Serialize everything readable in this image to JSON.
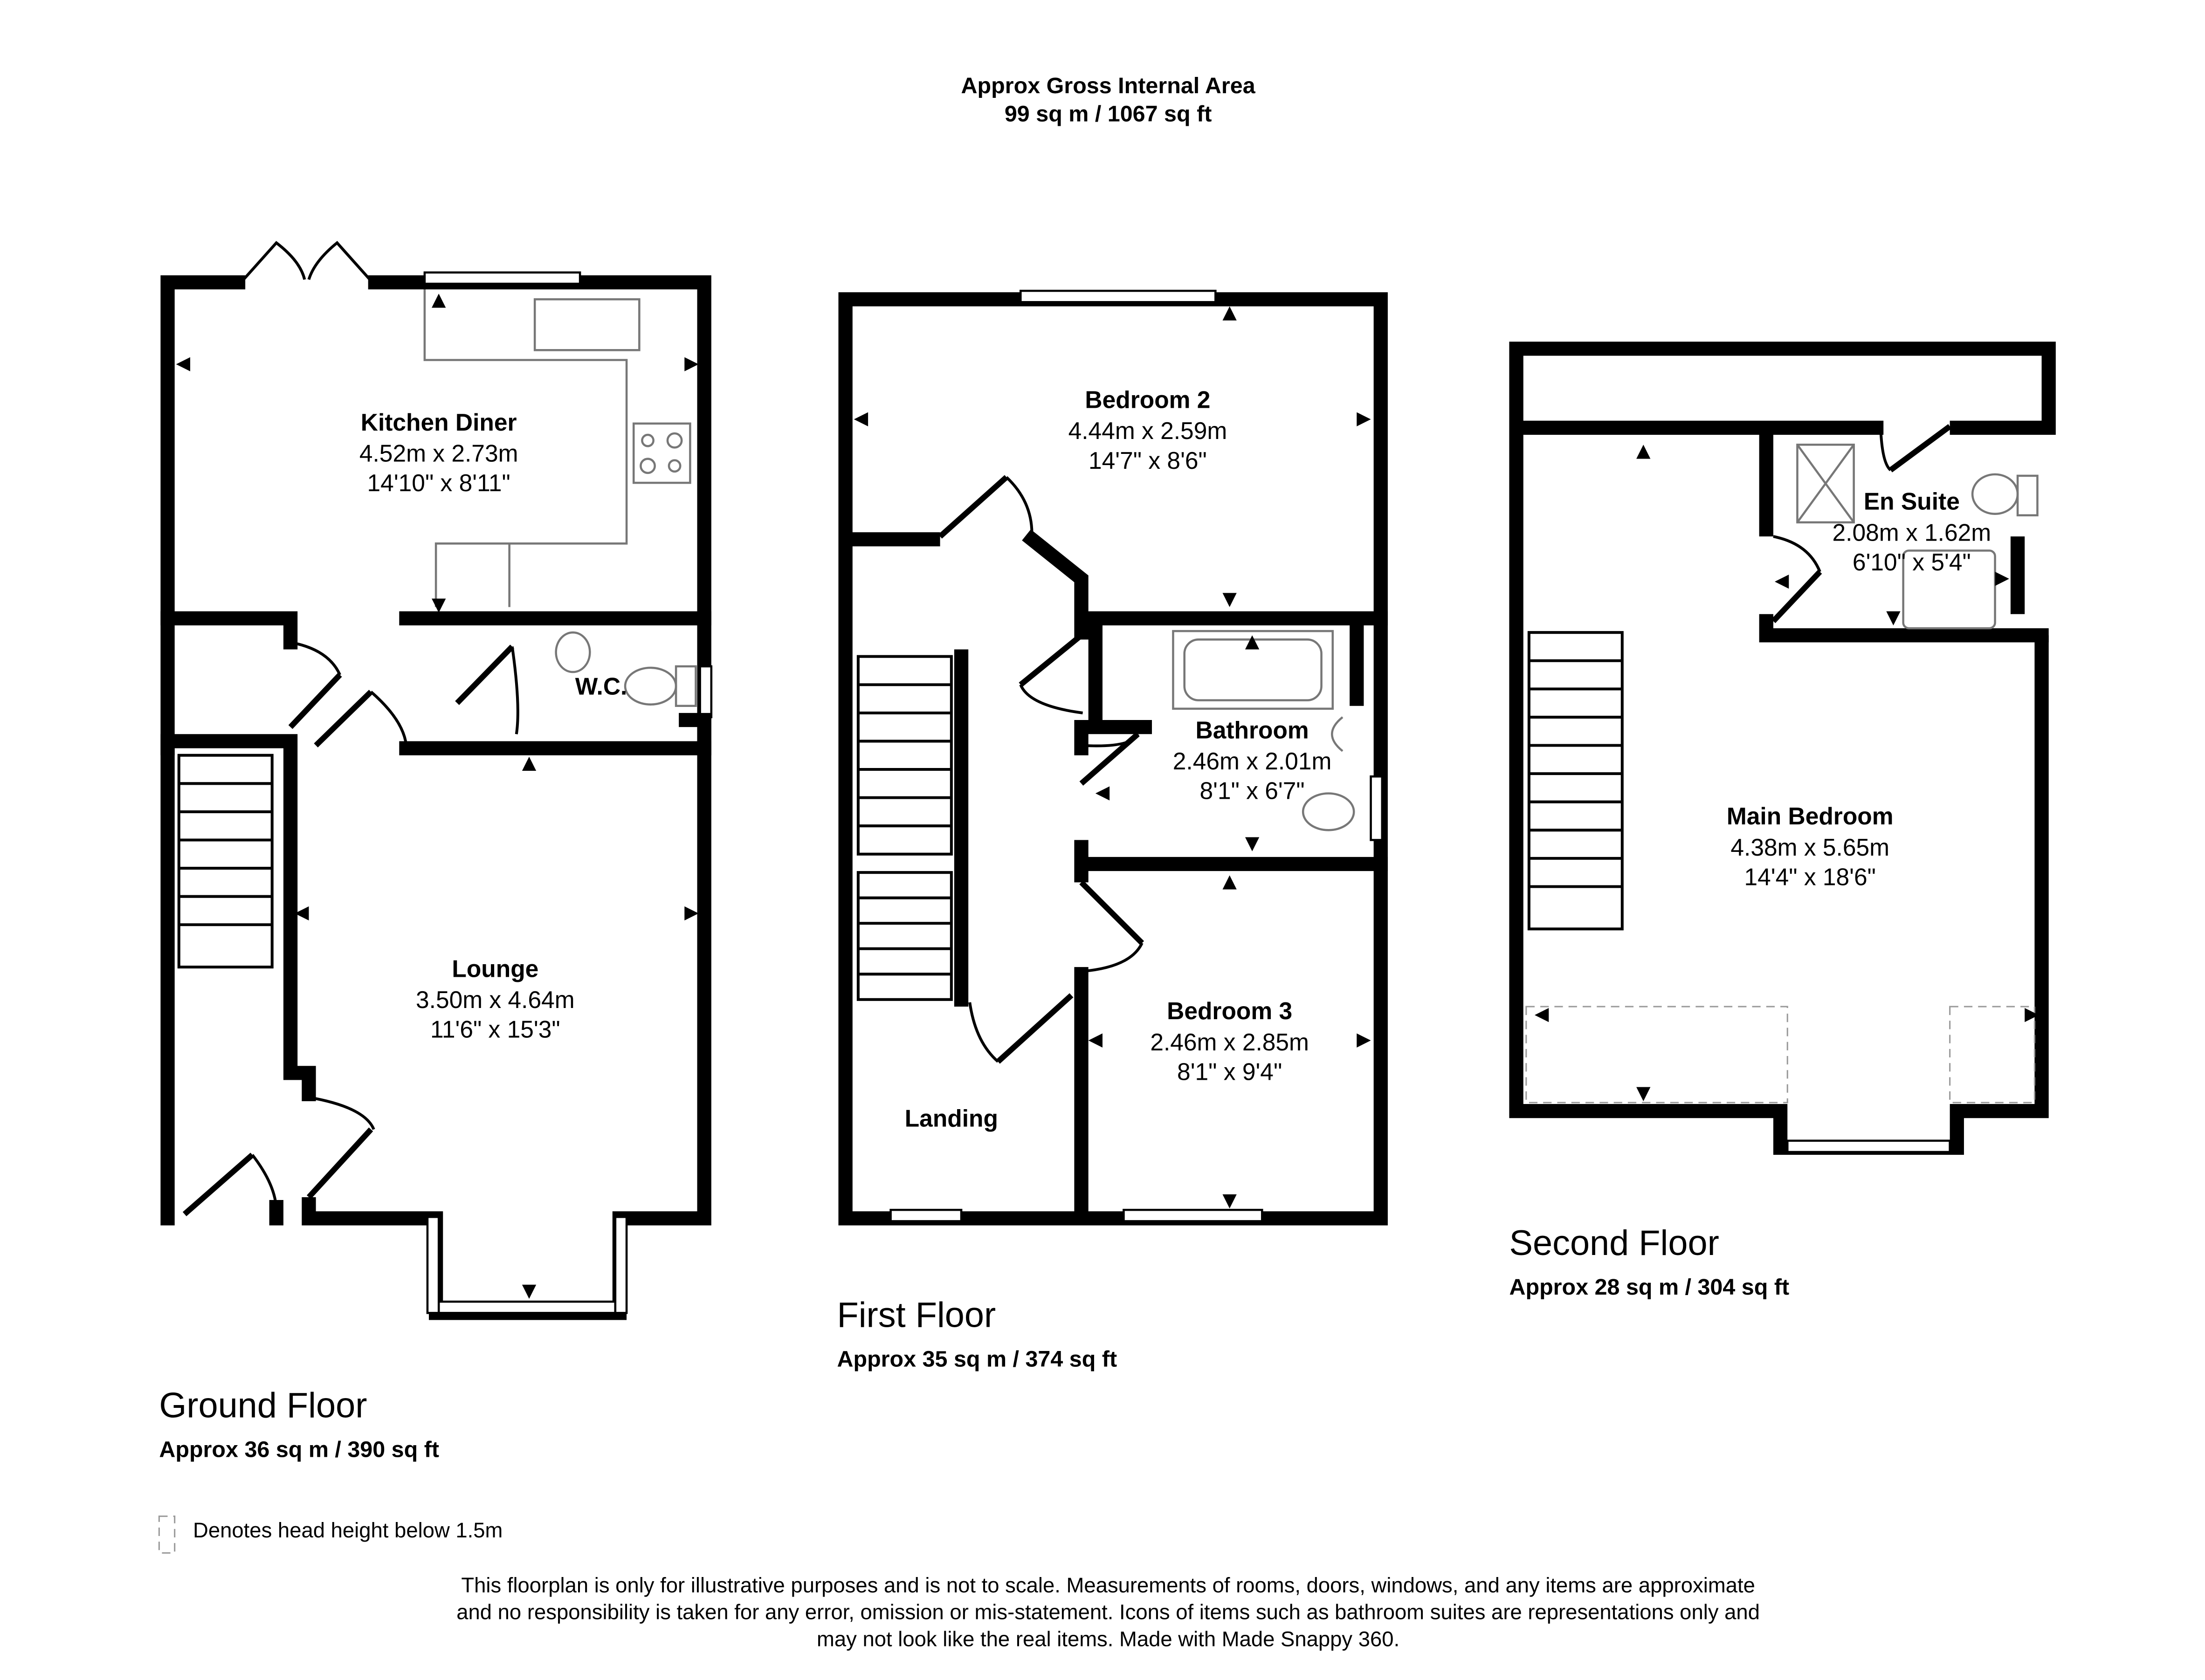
{
  "header": {
    "title": "Approx Gross Internal Area",
    "area": "99 sq m / 1067 sq ft"
  },
  "floors": {
    "ground": {
      "label": "Ground Floor",
      "area": "Approx 36 sq m / 390 sq ft",
      "rooms": [
        {
          "name": "Kitchen Diner",
          "metric": "4.52m x 2.73m",
          "imperial": "14'10\" x 8'11\""
        },
        {
          "name": "Lounge",
          "metric": "3.50m x 4.64m",
          "imperial": "11'6\" x 15'3\""
        },
        {
          "name": "W.C."
        }
      ]
    },
    "first": {
      "label": "First Floor",
      "area": "Approx 35 sq m / 374 sq ft",
      "rooms": [
        {
          "name": "Bedroom 2",
          "metric": "4.44m x 2.59m",
          "imperial": "14'7\" x 8'6\""
        },
        {
          "name": "Bathroom",
          "metric": "2.46m x 2.01m",
          "imperial": "8'1\" x 6'7\""
        },
        {
          "name": "Bedroom 3",
          "metric": "2.46m x 2.85m",
          "imperial": "8'1\" x 9'4\""
        },
        {
          "name": "Landing"
        }
      ]
    },
    "second": {
      "label": "Second Floor",
      "area": "Approx 28 sq m / 304 sq ft",
      "rooms": [
        {
          "name": "Main Bedroom",
          "metric": "4.38m x 5.65m",
          "imperial": "14'4\" x 18'6\""
        },
        {
          "name": "En Suite",
          "metric": "2.08m x 1.62m",
          "imperial": "6'10\" x 5'4\""
        }
      ]
    }
  },
  "legend": {
    "head_height": "Denotes head height below 1.5m"
  },
  "disclaimer": [
    "This floorplan is only for illustrative purposes and is not to scale. Measurements of rooms, doors, windows, and any items are approximate",
    "and no responsibility is taken for any error, omission or mis-statement. Icons of items such as bathroom suites are representations only and",
    "may not look like the real items. Made with Made Snappy 360."
  ]
}
